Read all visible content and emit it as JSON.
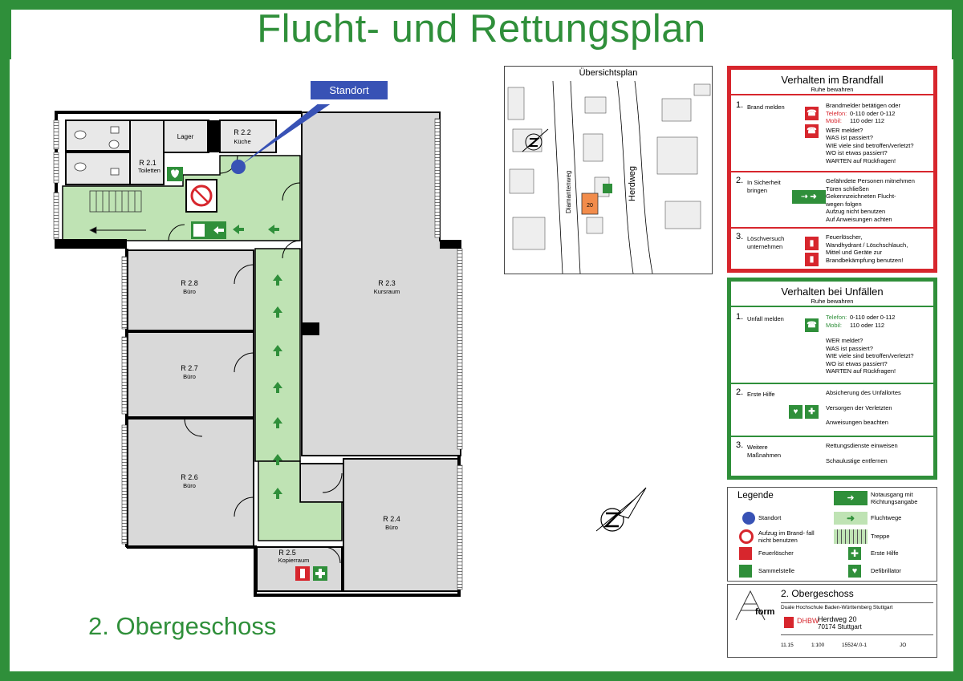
{
  "title": "Flucht- und Rettungsplan",
  "floor": "2. Obergeschoss",
  "standort_label": "Standort",
  "rooms": {
    "r22": {
      "id": "R 2.2",
      "name": "Küche"
    },
    "r21": {
      "id": "R 2.1",
      "name": "Toiletten"
    },
    "lager": "Lager",
    "r28": {
      "id": "R 2.8",
      "name": "Büro"
    },
    "r27": {
      "id": "R 2.7",
      "name": "Büro"
    },
    "r26": {
      "id": "R 2.6",
      "name": "Büro"
    },
    "r25": {
      "id": "R 2.5",
      "name": "Kopierraum"
    },
    "r24": {
      "id": "R 2.4",
      "name": "Büro"
    },
    "r23": {
      "id": "R 2.3",
      "name": "Kursraum"
    }
  },
  "overview": {
    "title": "Übersichtsplan",
    "street1": "Diamantenweg",
    "street2": "Herdweg",
    "building_number": "20"
  },
  "fire": {
    "title": "Verhalten im Brandfall",
    "subtitle": "Ruhe bewahren",
    "s1_num": "1.",
    "s1_label": "Brand melden",
    "s1_l1": "Brandmelder betätigen oder",
    "s1_tel_label": "Telefon:",
    "s1_tel": "0-110 oder 0-112",
    "s1_mob_label": "Mobil:",
    "s1_mob": "110 oder 112",
    "s1_q1": "WER meldet?",
    "s1_q2": "WAS ist passiert?",
    "s1_q3": "WIE viele sind betroffen/verletzt?",
    "s1_q4": "WO ist etwas passiert?",
    "s1_q5": "WARTEN auf Rückfragen!",
    "s2_num": "2.",
    "s2_label": "In Sicherheit bringen",
    "s2_l1": "Gefährdete Personen mitnehmen",
    "s2_l2": "Türen schließen",
    "s2_l3": "Gekennzeichneten Flucht-",
    "s2_l4": "wegen folgen",
    "s2_l5": "Aufzug nicht benutzen",
    "s2_l6": "Auf Anweisungen achten",
    "s3_num": "3.",
    "s3_label": "Löschversuch unternehmen",
    "s3_l1": "Feuerlöscher,",
    "s3_l2": "Wandhydrant / Löschschlauch,",
    "s3_l3": "Mittel und Geräte zur",
    "s3_l4": "Brandbekämpfung benutzen!"
  },
  "accident": {
    "title": "Verhalten bei Unfällen",
    "subtitle": "Ruhe bewahren",
    "s1_num": "1.",
    "s1_label": "Unfall melden",
    "s1_tel_label": "Telefon:",
    "s1_tel": "0-110 oder 0-112",
    "s1_mob_label": "Mobil:",
    "s1_mob": "110 oder 112",
    "s1_q1": "WER meldet?",
    "s1_q2": "WAS ist passiert?",
    "s1_q3": "WIE viele sind betroffen/verletzt?",
    "s1_q4": "WO ist etwas passiert?",
    "s1_q5": "WARTEN auf Rückfragen!",
    "s2_num": "2.",
    "s2_label": "Erste Hilfe",
    "s2_l1": "Absicherung des Unfallortes",
    "s2_l2": "Versorgen der Verletzten",
    "s2_l3": "Anweisungen beachten",
    "s3_num": "3.",
    "s3_label": "Weitere Maßnahmen",
    "s3_l1": "Rettungsdienste einweisen",
    "s3_l2": "Schaulustige entfernen"
  },
  "legend": {
    "title": "Legende",
    "standort": "Standort",
    "notausgang": "Notausgang mit Richtungsangabe",
    "fluchtwege": "Fluchtwege",
    "aufzug": "Aufzug im Brand- fall nicht benutzen",
    "treppe": "Treppe",
    "feuerloescher": "Feuerlöscher",
    "erste_hilfe": "Erste Hilfe",
    "sammelstelle": "Sammelstelle",
    "defibrillator": "Defibrillator"
  },
  "stamp": {
    "floor": "2. Obergeschoss",
    "client": "Duale Hochschule Baden-Württemberg Stuttgart",
    "logo": "form",
    "dhbw": "DHBW",
    "addr1": "Herdweg 20",
    "addr2": "70174 Stuttgart",
    "date": "11.15",
    "scale": "1:100",
    "number": "15524/.0-1",
    "initials": "JO"
  },
  "colors": {
    "green": "#2f8f3a",
    "red": "#d7262d",
    "blue": "#3852b5",
    "escape_fill": "#bfe3b4",
    "room_fill": "#d9d9d9"
  }
}
